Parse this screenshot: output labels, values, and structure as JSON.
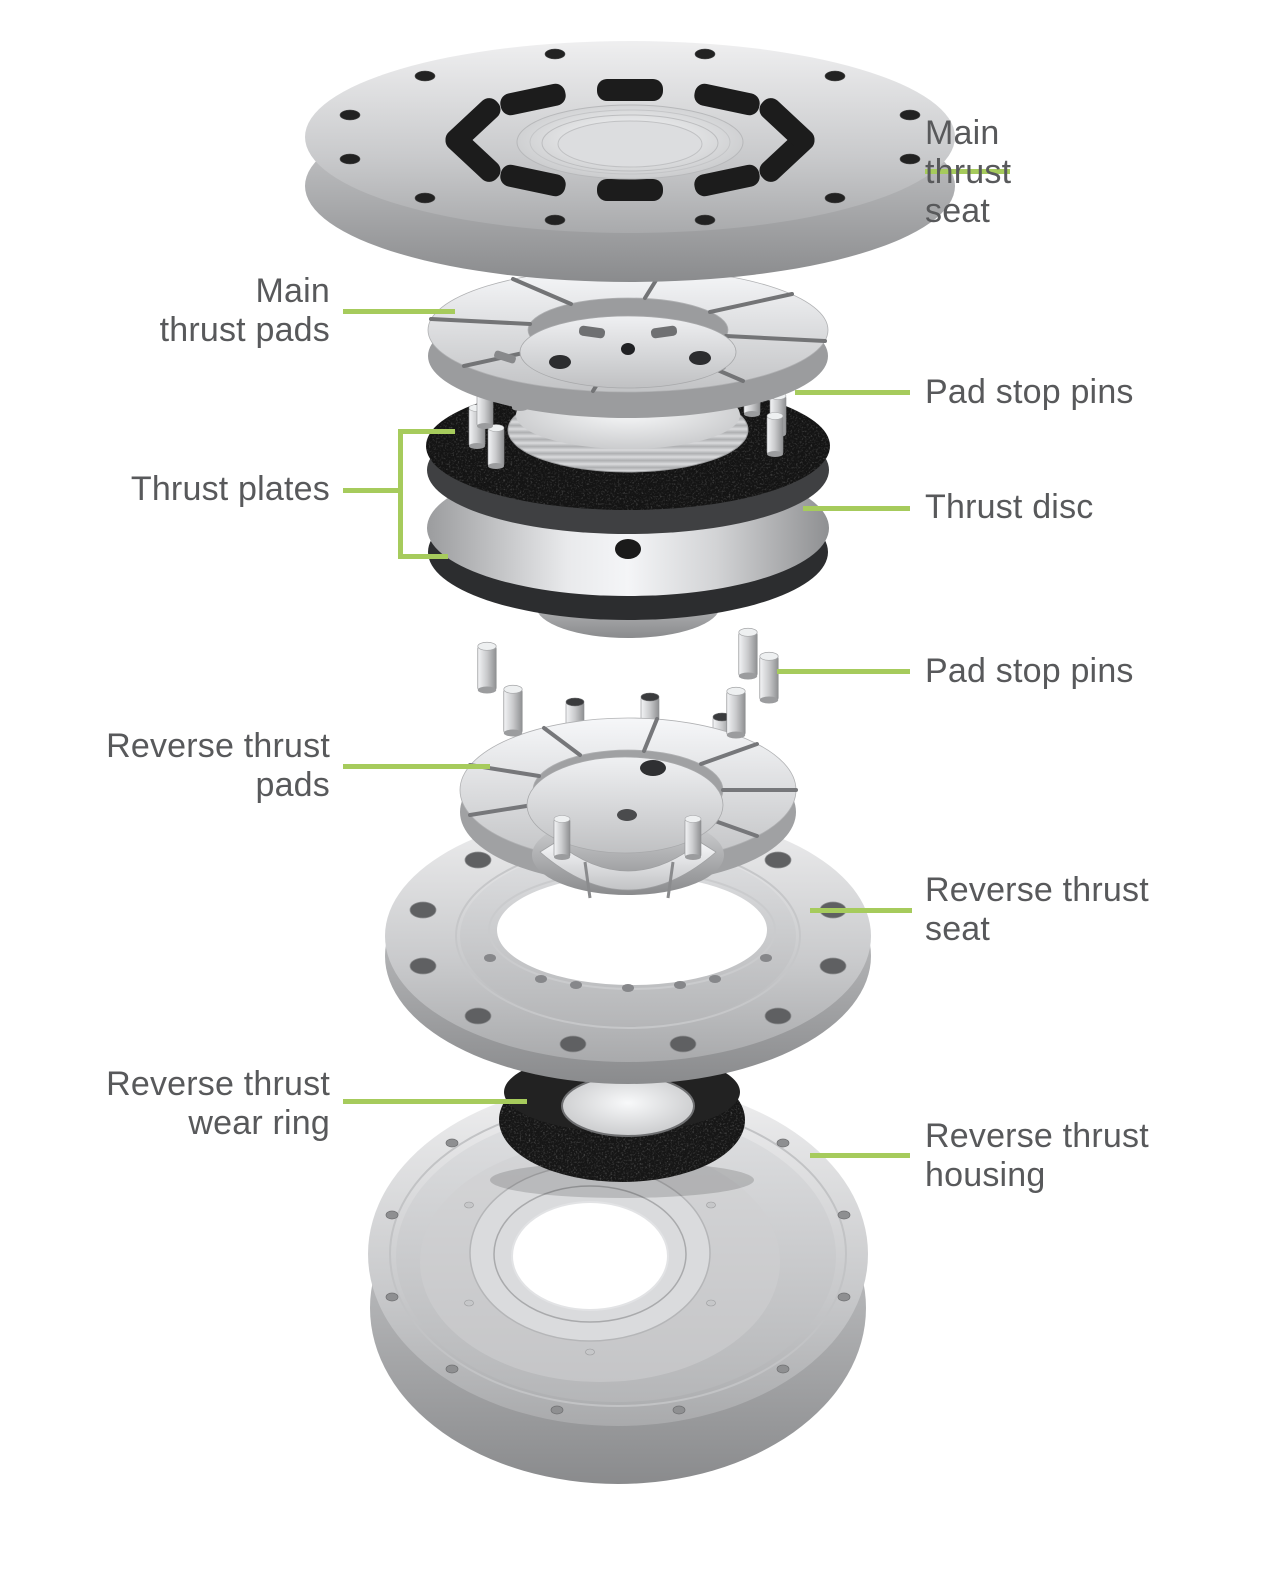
{
  "figure": {
    "type": "exploded-view-diagram",
    "subject": "Thrust bearing assembly",
    "accent_color": "#a6cb5c",
    "label_color": "#58595b",
    "background_color": "#ffffff"
  },
  "labels": {
    "main_thrust_seat": [
      "Main",
      "thrust",
      "seat"
    ],
    "main_thrust_pads": [
      "Main",
      "thrust pads"
    ],
    "pad_stop_pins_upper": [
      "Pad stop pins"
    ],
    "thrust_plates": [
      "Thrust plates"
    ],
    "thrust_disc": [
      "Thrust disc"
    ],
    "pad_stop_pins_lower": [
      "Pad stop pins"
    ],
    "reverse_thrust_pads": [
      "Reverse thrust",
      "pads"
    ],
    "reverse_thrust_seat": [
      "Reverse thrust",
      "seat"
    ],
    "reverse_thrust_wear_ring": [
      "Reverse thrust",
      "wear ring"
    ],
    "reverse_thrust_housing": [
      "Reverse thrust",
      "housing"
    ]
  }
}
